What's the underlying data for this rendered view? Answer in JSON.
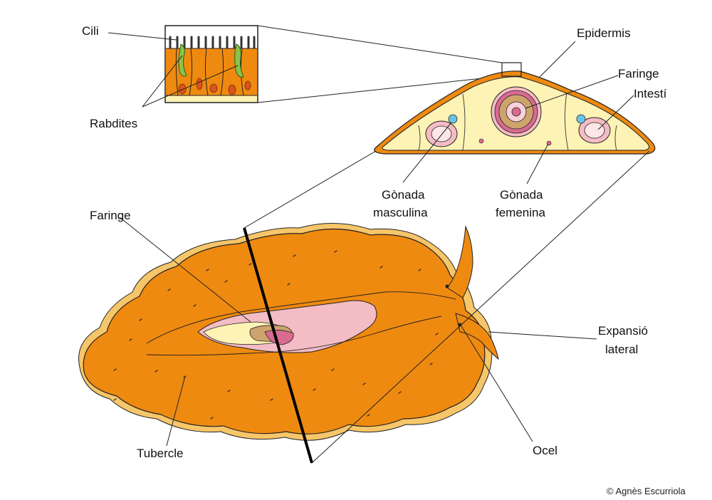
{
  "labels": {
    "cili": "Cili",
    "rabdites": "Rabdites",
    "epidermis": "Epidermis",
    "faringe_section": "Faringe",
    "intesti": "Intestí",
    "gonada_masculina_1": "Gònada",
    "gonada_masculina_2": "masculina",
    "gonada_femenina_1": "Gònada",
    "gonada_femenina_2": "femenina",
    "faringe_body": "Faringe",
    "expansio_1": "Expansió",
    "expansio_2": "lateral",
    "tubercle": "Tubercle",
    "ocel": "Ocel"
  },
  "credit": "© Agnès Escurriola",
  "colors": {
    "body_orange": "#ef8a10",
    "body_edge": "#f6c66a",
    "inner_yellow": "#fdf3b4",
    "pharynx_pink": "#f4bcc4",
    "ring_pink": "#d96a90",
    "ring_tan": "#cfa46c",
    "rhabdite_green": "#8bc34a",
    "gonad_blue": "#6cc3e8",
    "cell_red": "#d9531e",
    "outline": "#222222"
  }
}
